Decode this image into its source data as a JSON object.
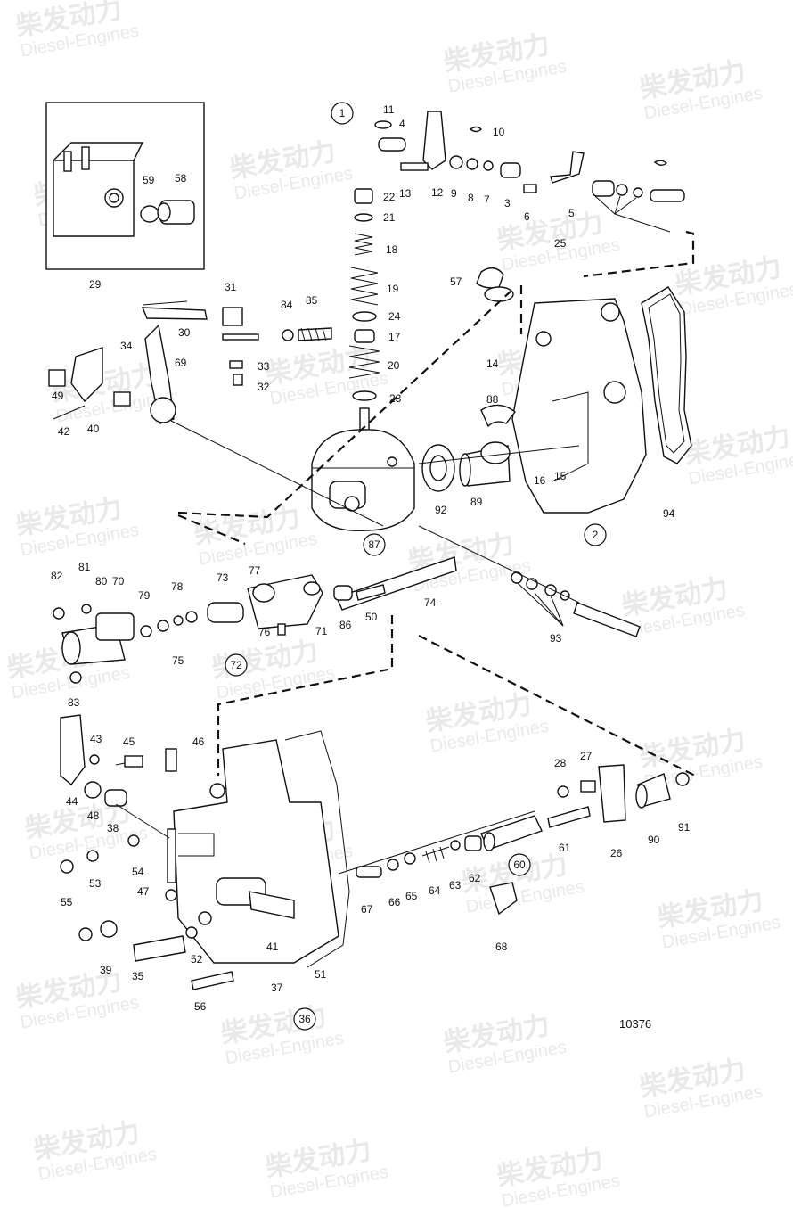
{
  "watermark": {
    "chinese": "柴发动力",
    "english": "Diesel-Engines"
  },
  "drawing_number": "10376",
  "assembly_refs": [
    "1",
    "2",
    "36",
    "60",
    "72",
    "87"
  ],
  "part_labels": [
    "3",
    "4",
    "5",
    "6",
    "7",
    "8",
    "9",
    "10",
    "11",
    "12",
    "13",
    "14",
    "15",
    "16",
    "17",
    "18",
    "19",
    "20",
    "21",
    "22",
    "23",
    "24",
    "25",
    "26",
    "27",
    "28",
    "29",
    "30",
    "31",
    "32",
    "33",
    "34",
    "35",
    "37",
    "38",
    "39",
    "40",
    "41",
    "42",
    "43",
    "44",
    "45",
    "46",
    "47",
    "48",
    "49",
    "50",
    "51",
    "52",
    "53",
    "54",
    "55",
    "56",
    "57",
    "58",
    "59",
    "61",
    "62",
    "63",
    "64",
    "65",
    "66",
    "67",
    "68",
    "69",
    "70",
    "71",
    "73",
    "74",
    "75",
    "76",
    "77",
    "78",
    "79",
    "80",
    "81",
    "82",
    "83",
    "84",
    "85",
    "86",
    "88",
    "89",
    "90",
    "91",
    "92",
    "93",
    "94"
  ]
}
